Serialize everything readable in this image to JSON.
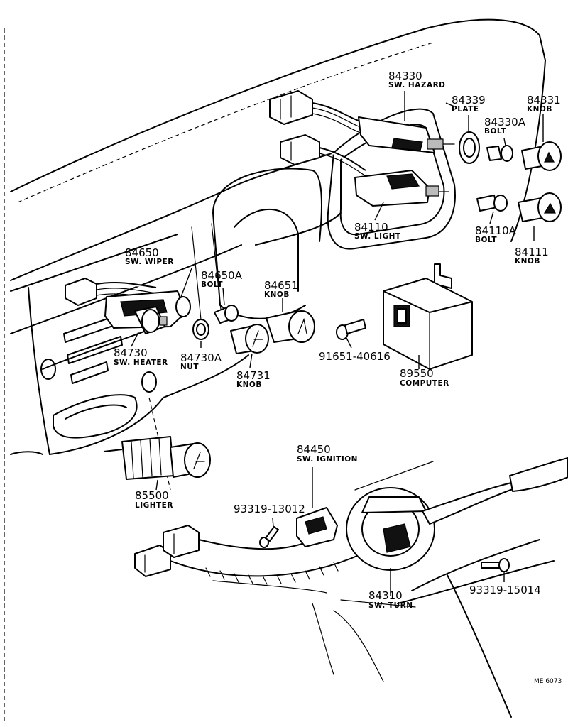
{
  "parts": [
    {
      "id": "84330",
      "name": "SW. HAZARD"
    },
    {
      "id": "84339",
      "name": "PLATE"
    },
    {
      "id": "84331",
      "name": "KNOB"
    },
    {
      "id": "84330A",
      "name": "BOLT"
    },
    {
      "id": "84110",
      "name": "SW. LIGHT"
    },
    {
      "id": "84110A",
      "name": "BOLT"
    },
    {
      "id": "84111",
      "name": "KNOB"
    },
    {
      "id": "84650",
      "name": "SW. WIPER"
    },
    {
      "id": "84650A",
      "name": "BOLT"
    },
    {
      "id": "84651",
      "name": "KNOB"
    },
    {
      "id": "84730",
      "name": "SW. HEATER"
    },
    {
      "id": "84730A",
      "name": "NUT"
    },
    {
      "id": "84731",
      "name": "KNOB"
    },
    {
      "id": "91651-40616",
      "name": ""
    },
    {
      "id": "89550",
      "name": "COMPUTER"
    },
    {
      "id": "84450",
      "name": "SW. IGNITION"
    },
    {
      "id": "85500",
      "name": "LIGHTER"
    },
    {
      "id": "93319-13012",
      "name": ""
    },
    {
      "id": "84310",
      "name": "SW. TURN"
    },
    {
      "id": "93319-15014",
      "name": ""
    }
  ],
  "drawing_code": "ME 6073",
  "colors": {
    "ink": "#000000",
    "paper": "#ffffff"
  }
}
